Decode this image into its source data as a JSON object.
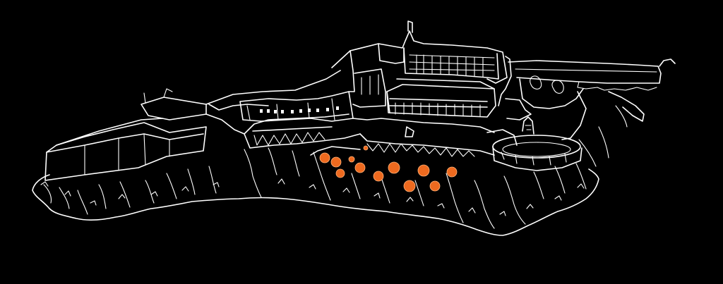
{
  "scene": {
    "subject": "fortress-on-rocky-island",
    "style": "white-line-sketch-on-black",
    "background_color": "#000000",
    "line_color": "#ffffff",
    "highlight_color": "#ee6a1f",
    "highlight_count": 12
  }
}
